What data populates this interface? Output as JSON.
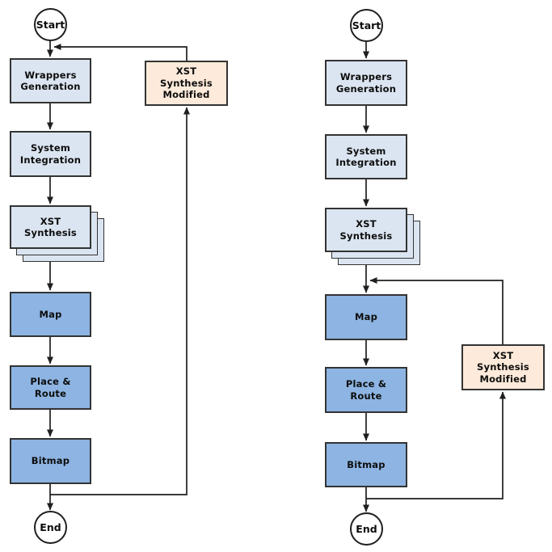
{
  "colors": {
    "light_blue": "#dbe5f1",
    "medium_blue": "#8db4e2",
    "peach": "#fdeada",
    "border": "#333333",
    "line": "#1f1f1f",
    "text": "#0d0d0d"
  },
  "charts": [
    {
      "id": "left",
      "start": "Start",
      "end": "End",
      "wrappers": "Wrappers\nGeneration",
      "system": "System\nIntegration",
      "xst": "XST\nSynthesis",
      "map": "Map",
      "place_route": "Place &\nRoute",
      "bitmap": "Bitmap",
      "xst_modified": "XST\nSynthesis\nModified"
    },
    {
      "id": "right",
      "start": "Start",
      "end": "End",
      "wrappers": "Wrappers\nGeneration",
      "system": "System\nIntegration",
      "xst": "XST\nSynthesis",
      "map": "Map",
      "place_route": "Place &\nRoute",
      "bitmap": "Bitmap",
      "xst_modified": "XST\nSynthesis\nModified"
    }
  ]
}
